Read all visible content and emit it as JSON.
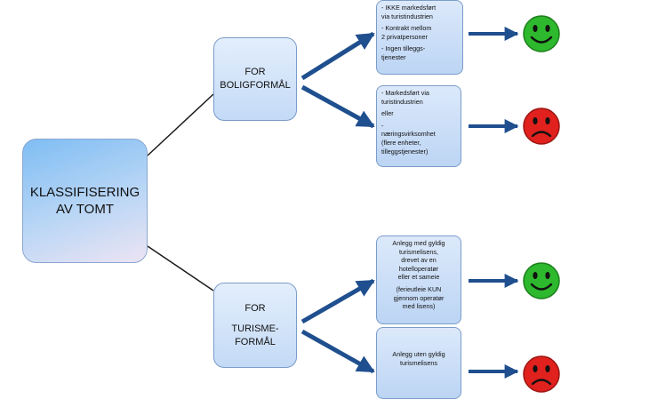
{
  "root": {
    "line1": "KLASSIFISERING",
    "line2": "AV TOMT"
  },
  "branches": [
    {
      "line1": "FOR",
      "line2": "BOLIGFORMÅL",
      "leaves": [
        {
          "lines": [
            "- IKKE markedsført",
            "via turistindustrien",
            "",
            "- Kontrakt mellom",
            "2 privatpersoner",
            "",
            "- Ingen tilleggs-",
            "tjenester"
          ],
          "outcome": "approved",
          "face_icon": "smiley-happy-icon",
          "face_color": "#2db82d"
        },
        {
          "lines": [
            "- Markedsført via",
            "turistindustrien",
            "",
            "eller",
            "",
            "-",
            "næringsvirksomhet",
            "(flere enheter,",
            "tilleggstjenester)"
          ],
          "outcome": "rejected",
          "face_icon": "smiley-sad-icon",
          "face_color": "#e0211d"
        }
      ]
    },
    {
      "line1": "FOR",
      "line2": "TURISME-",
      "line3": "FORMÅL",
      "leaves": [
        {
          "lines": [
            "Anlegg med gyldig",
            "turismelisens,",
            "drevet av en",
            "hotelloperatør",
            "eller et sameie",
            "",
            "(ferieutleie KUN",
            "gjennom operatør",
            "med lisens)"
          ],
          "outcome": "approved",
          "face_icon": "smiley-happy-icon",
          "face_color": "#2db82d"
        },
        {
          "lines": [
            "",
            "Anlegg uten gyldig",
            "turismelisens"
          ],
          "outcome": "rejected",
          "face_icon": "smiley-sad-icon",
          "face_color": "#e0211d"
        }
      ]
    }
  ],
  "colors": {
    "arrow": "#1f4f8e",
    "connector": "#1a1a1a",
    "box_border": "#7a9cc8"
  }
}
